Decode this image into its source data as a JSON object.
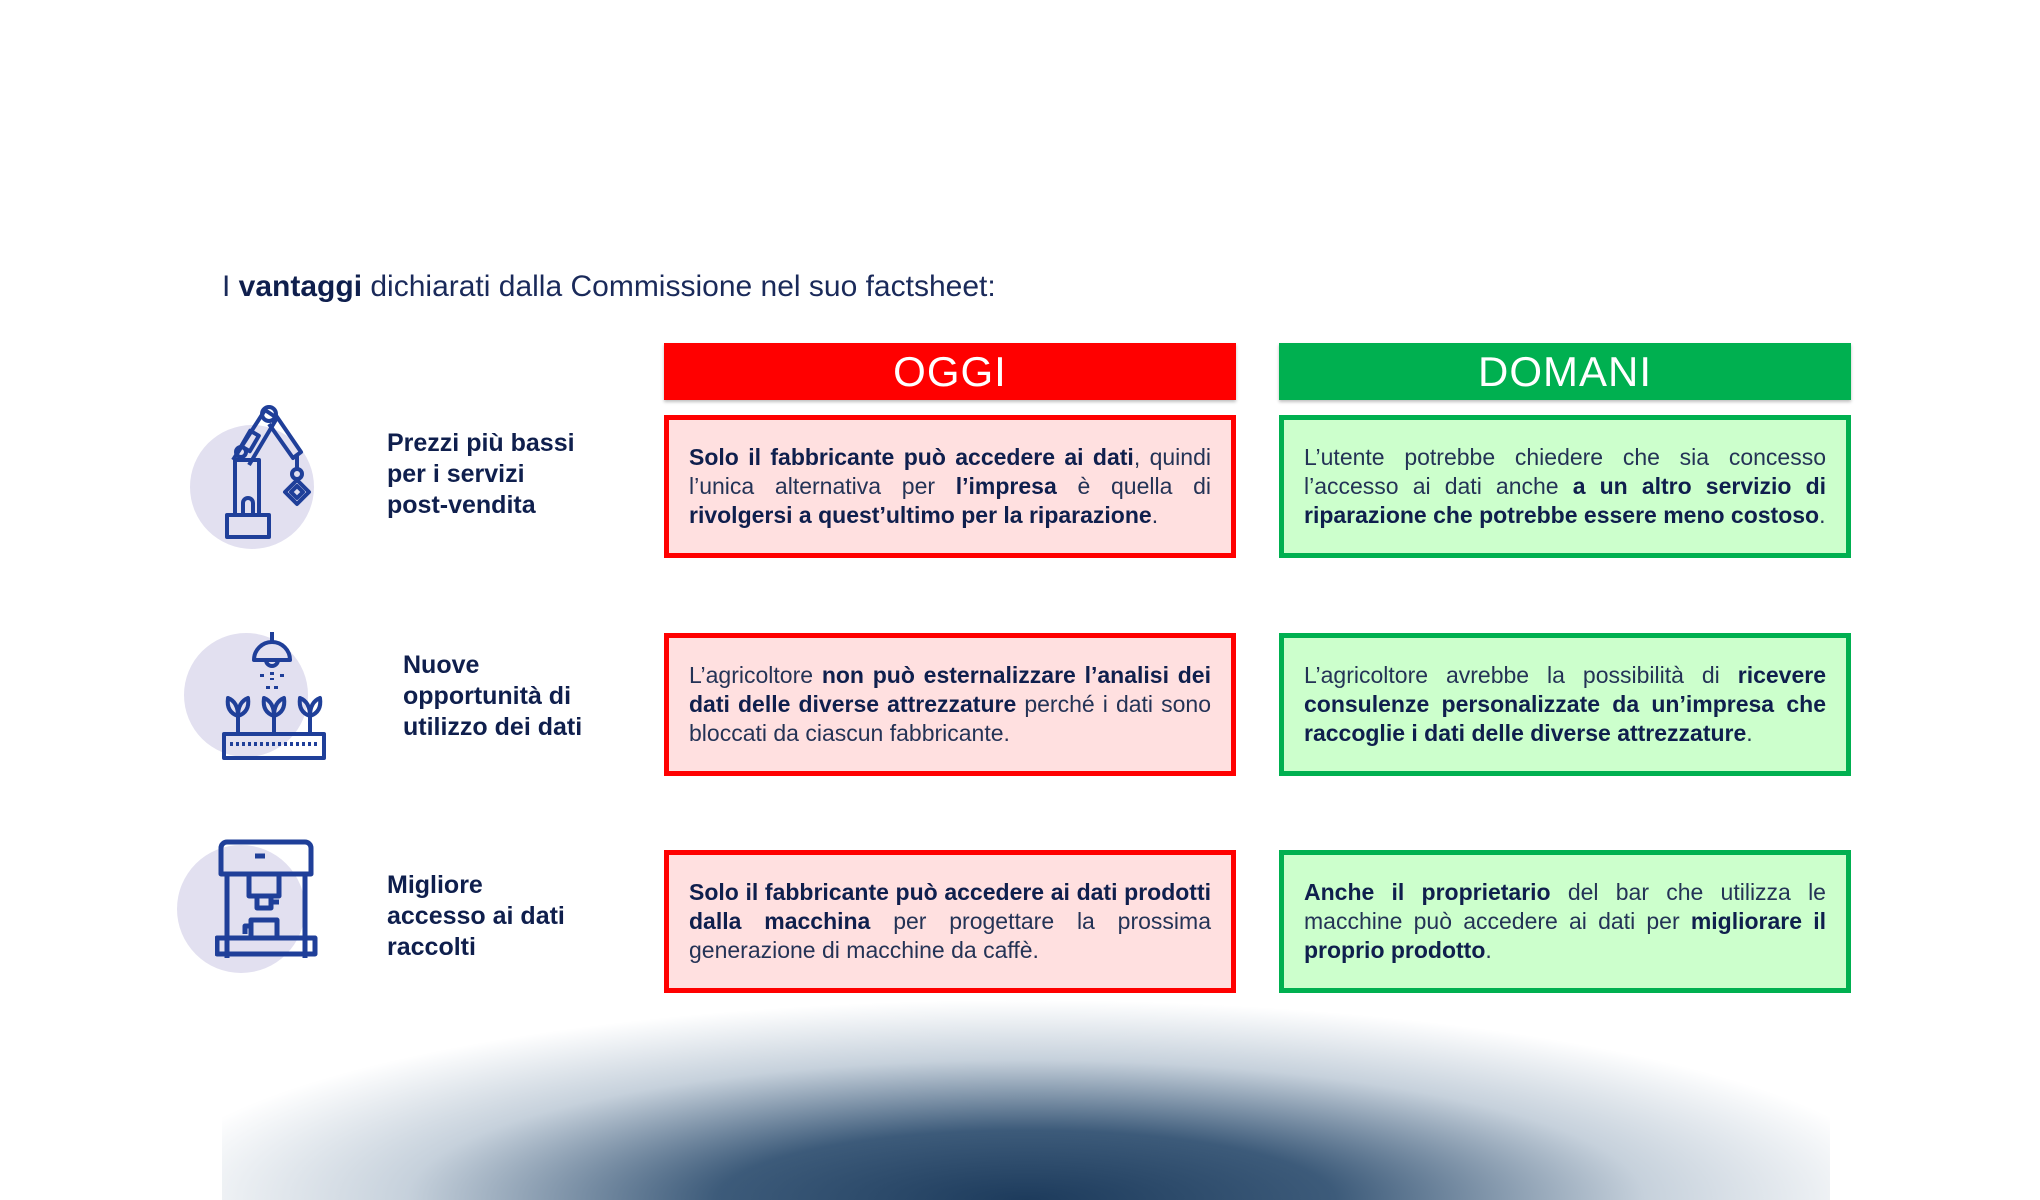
{
  "intro": {
    "prefix": "I ",
    "bold": "vantaggi",
    "suffix": " dichiarati dalla Commissione nel suo factsheet:"
  },
  "columns": {
    "today": "OGGI",
    "tomorrow": "DOMANI"
  },
  "colors": {
    "red": "#ff0000",
    "red_bg": "#ffe0e0",
    "green": "#00b050",
    "green_bg": "#ccffcc",
    "text": "#0f1f4d"
  },
  "rows": [
    {
      "icon": "robot-arm-icon",
      "label": [
        "Prezzi più bassi",
        "per i servizi",
        "post-vendita"
      ],
      "today": [
        {
          "t": "Solo il fabbricante può accedere ai dati",
          "b": true
        },
        {
          "t": ", quindi l’unica alternativa per ",
          "b": false
        },
        {
          "t": "l’impresa",
          "b": true
        },
        {
          "t": " è quella di ",
          "b": false
        },
        {
          "t": "rivolgersi a quest’ultimo per la riparazione",
          "b": true
        },
        {
          "t": ".",
          "b": false
        }
      ],
      "tomorrow": [
        {
          "t": "L’utente potrebbe chiedere che sia concesso l’accesso ai dati anche ",
          "b": false
        },
        {
          "t": "a un altro servizio di riparazione che potrebbe essere meno costoso",
          "b": true
        },
        {
          "t": ".",
          "b": false
        }
      ]
    },
    {
      "icon": "plant-sprinkler-icon",
      "label": [
        "Nuove",
        "opportunità di",
        "utilizzo dei dati"
      ],
      "today": [
        {
          "t": "L’agricoltore ",
          "b": false
        },
        {
          "t": "non può esternalizzare l’analisi dei dati delle diverse attrezzature",
          "b": true
        },
        {
          "t": " perché i dati sono bloccati da ciascun fabbricante.",
          "b": false
        }
      ],
      "tomorrow": [
        {
          "t": "L’agricoltore avrebbe la possibilità di ",
          "b": false
        },
        {
          "t": "ricevere consulenze personalizzate da un’impresa che raccoglie i dati delle diverse attrezzature",
          "b": true
        },
        {
          "t": ".",
          "b": false
        }
      ]
    },
    {
      "icon": "coffee-machine-icon",
      "label": [
        "Migliore",
        "accesso ai dati",
        "raccolti"
      ],
      "today": [
        {
          "t": "Solo il fabbricante può accedere ai dati prodotti dalla macchina",
          "b": true
        },
        {
          "t": " per progettare la prossima generazione di macchine da caffè.",
          "b": false
        }
      ],
      "tomorrow": [
        {
          "t": "Anche il proprietario",
          "b": true
        },
        {
          "t": " del bar che utilizza le macchine può accedere ai dati per ",
          "b": false
        },
        {
          "t": "migliorare il proprio prodotto",
          "b": true
        },
        {
          "t": ".",
          "b": false
        }
      ]
    }
  ]
}
